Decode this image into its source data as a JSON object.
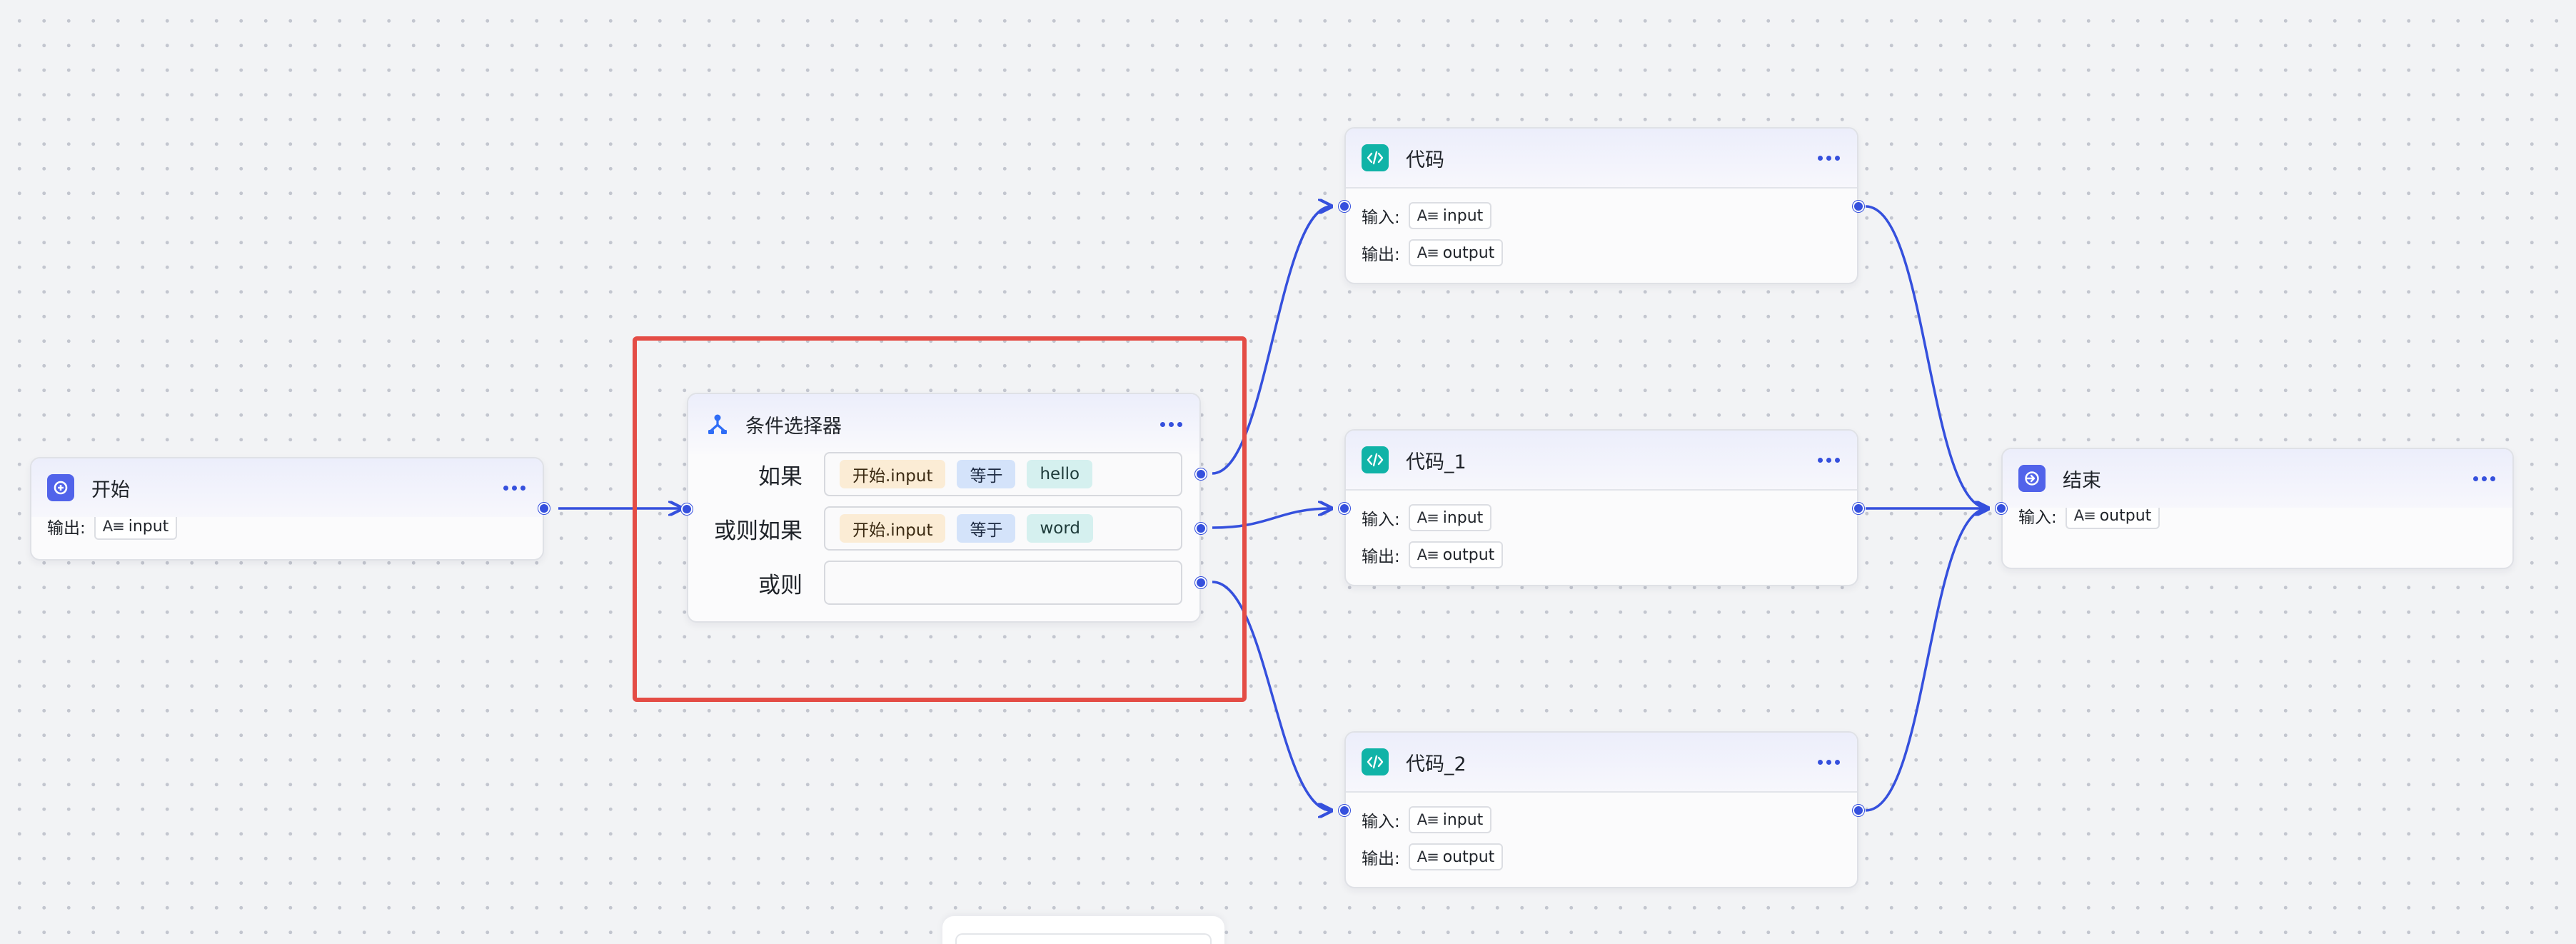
{
  "nodes": {
    "start": {
      "title": "开始",
      "output_label": "输出:",
      "output_var": "input",
      "var_type_glyph": "A≡"
    },
    "condition": {
      "title": "条件选择器",
      "branches": [
        {
          "label": "如果",
          "left": "开始.input",
          "op": "等于",
          "right": "hello"
        },
        {
          "label": "或则如果",
          "left": "开始.input",
          "op": "等于",
          "right": "word"
        },
        {
          "label": "或则"
        }
      ]
    },
    "code": {
      "title": "代码",
      "input_label": "输入:",
      "input_var": "input",
      "output_label": "输出:",
      "output_var": "output"
    },
    "code_1": {
      "title": "代码_1",
      "input_label": "输入:",
      "input_var": "input",
      "output_label": "输出:",
      "output_var": "output"
    },
    "code_2": {
      "title": "代码_2",
      "input_label": "输入:",
      "input_var": "input",
      "output_label": "输出:",
      "output_var": "output"
    },
    "end": {
      "title": "结束",
      "input_label": "输入:",
      "input_var": "output"
    }
  },
  "colors": {
    "accent": "#3550dd",
    "start_end_icon": "#5163ea",
    "code_icon": "#10b3a7",
    "highlight": "#e44c45",
    "edge": "#3550dd"
  },
  "icons": {
    "start": "start-icon",
    "condition": "branch-icon",
    "code": "code-icon",
    "end": "end-icon",
    "menu": "more-dots-icon"
  }
}
